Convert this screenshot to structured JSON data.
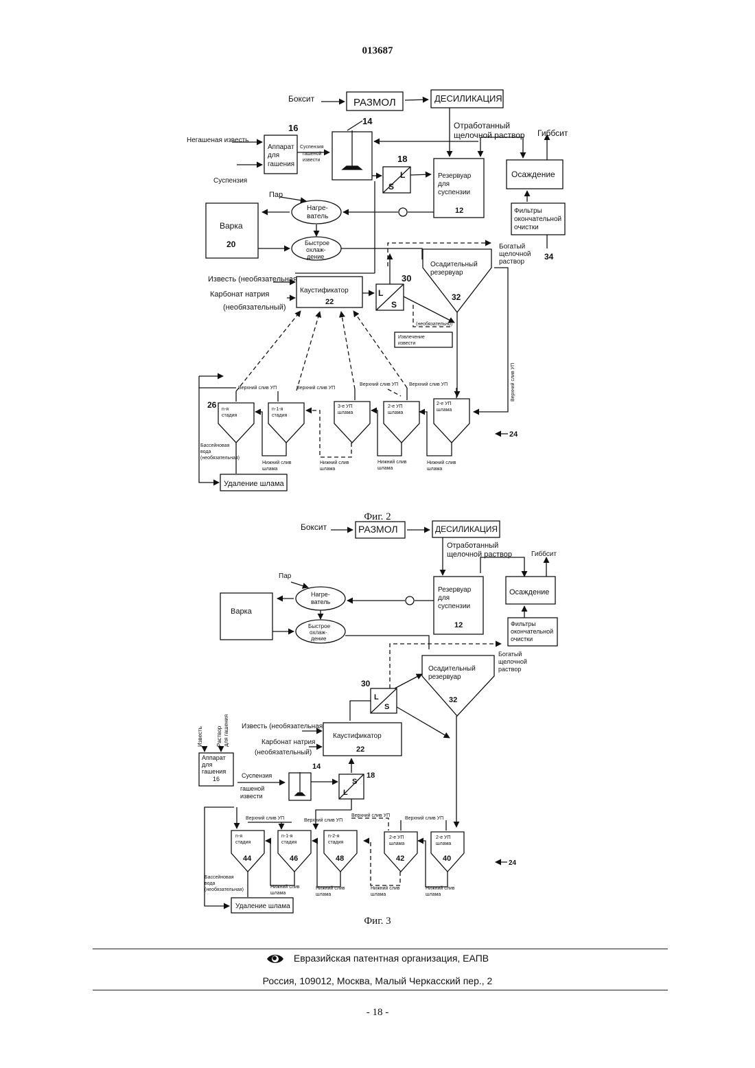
{
  "header": {
    "doc_number": "013687"
  },
  "fig2": {
    "caption": "Фиг. 2",
    "boksit": "Боксит",
    "razmol": "РАЗМОЛ",
    "desilikaciya": "ДЕСИЛИКАЦИЯ",
    "otrab_1": "Отработанный",
    "otrab_2": "щелочной раствор",
    "gibbsit": "Гиббсит",
    "negash": "Негашеная известь",
    "suspenziya": "Суспензия",
    "apparat": [
      "Аппарат",
      "для",
      "гашения"
    ],
    "susp_gash": [
      "Суспензия",
      "гашеной",
      "извести"
    ],
    "rezervuar": [
      "Резервуар",
      "для",
      "суспензии"
    ],
    "osazhdenie": "Осаждение",
    "filtry": [
      "Фильтры",
      "окончательной",
      "очистки"
    ],
    "par": "Пар",
    "nagrevatel": [
      "Нагре-",
      "ватель"
    ],
    "varka": "Варка",
    "bystroe": [
      "Быстрое",
      "охлаж-",
      "дение"
    ],
    "bogatyi": [
      "Богатый",
      "щелочной",
      "раствор"
    ],
    "osaditelnyi": [
      "Осадительный",
      "резервуар"
    ],
    "izvest_neob": "Известь (необязательная",
    "karbonat": "Карбонат натрия",
    "neob": "(необязательный)",
    "kaustifikator": "Каустификатор",
    "neob_small": "(необязательно)",
    "izvlechenie": [
      "Извлечение",
      "извести"
    ],
    "verkh_slivs": [
      "Верхний слив УП",
      "Верхний слив УП",
      "Верхний слив УП",
      "Верхний слив УП"
    ],
    "verkh_vertical": "Верхний слив УП",
    "tanks": [
      [
        "n-я",
        "стадия"
      ],
      [
        "n-1-я",
        "стадия"
      ],
      [
        "3-е УП",
        "шлама"
      ],
      [
        "2-е УП",
        "шлама"
      ],
      [
        "2-е УП",
        "шлама"
      ]
    ],
    "bass": [
      "Бассейновая",
      "вода",
      "(необязательная)"
    ],
    "nizh": [
      "Нижний слив",
      "шлама"
    ],
    "udalenie": "Удаление шлама",
    "n12": "12",
    "n14": "14",
    "n16": "16",
    "n18": "18",
    "n20": "20",
    "n22": "22",
    "n24": "24",
    "n26": "26",
    "n30": "30",
    "n32": "32",
    "n34": "34",
    "L": "L",
    "S": "S"
  },
  "fig3": {
    "caption": "Фиг. 3",
    "boksit": "Боксит",
    "razmol": "РАЗМОЛ",
    "desilikaciya": "ДЕСИЛИКАЦИЯ",
    "otrab_1": "Отработанный",
    "otrab_2": "щелочной раствор",
    "gibbsit": "Гиббсит",
    "par": "Пар",
    "nagrevatel": [
      "Нагре-",
      "ватель"
    ],
    "rezervuar": [
      "Резервуар",
      "для",
      "суспензии"
    ],
    "osazhdenie": "Осаждение",
    "varka": "Варка",
    "bystroe": [
      "Быстрое",
      "охлаж-",
      "дение"
    ],
    "filtry": [
      "Фильтры",
      "окончательной",
      "очистки"
    ],
    "bogatyi": [
      "Богатый",
      "щелочной",
      "раствор"
    ],
    "osaditelnyi": [
      "Осадительный",
      "резервуар"
    ],
    "izvest_v": "Известь",
    "rastvor_v": [
      "Раствор",
      "для гашения"
    ],
    "izvest_neob": "Известь (необязательная",
    "karbonat": "Карбонат натрия",
    "neob": "(необязательный)",
    "kaustifikator": "Каустификатор",
    "apparat": [
      "Аппарат",
      "для",
      "гашения",
      "16"
    ],
    "susp_gash": [
      "Суспензия",
      "гашеной",
      "извести"
    ],
    "verkh_slivs": [
      "Верхний слив УП",
      "Верхний слив УП",
      "Верхний слив УП",
      "Верхний слив УП"
    ],
    "tanks": [
      [
        "n-я",
        "стадия",
        "44"
      ],
      [
        "n-1-я",
        "стадия",
        "46"
      ],
      [
        "n-2-я",
        "стадия",
        "48"
      ],
      [
        "2-е УП",
        "шлама",
        "42"
      ],
      [
        "2-е УП",
        "шлама",
        "40"
      ]
    ],
    "bass": [
      "Бассейновая",
      "вода",
      "(необязательная)"
    ],
    "nizh": [
      "Нижний слив",
      "шлама"
    ],
    "udalenie": "Удаление шлама",
    "n12": "12",
    "n14": "14",
    "n18": "18",
    "n22": "22",
    "n24": "24",
    "n30": "30",
    "n32": "32",
    "L": "L",
    "S": "S"
  },
  "footer": {
    "org": "Евразийская патентная организация, ЕАПВ",
    "address": "Россия, 109012, Москва, Малый Черкасский пер., 2",
    "page": "- 18 -"
  }
}
